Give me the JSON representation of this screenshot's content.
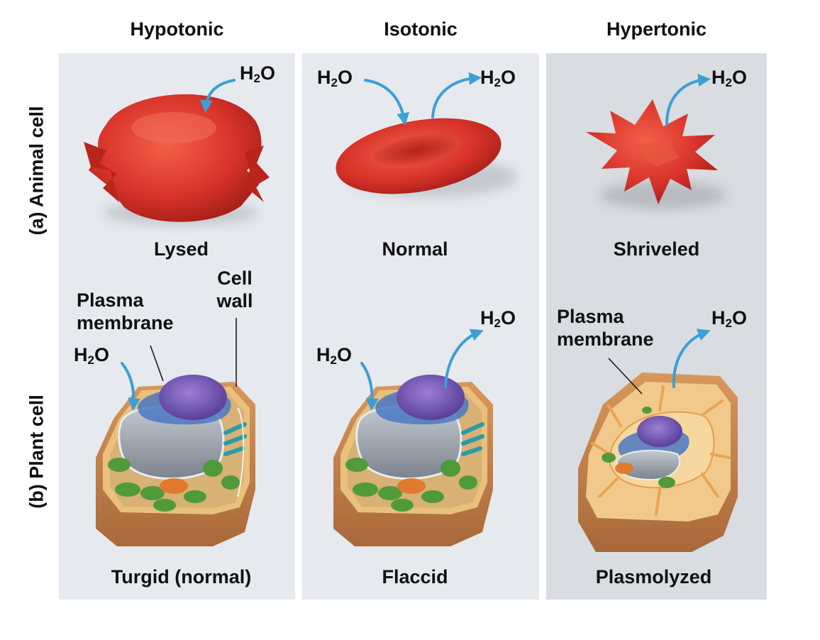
{
  "columns": {
    "hypotonic": "Hypotonic",
    "isotonic": "Isotonic",
    "hypertonic": "Hypertonic"
  },
  "rows": {
    "animal": "(a) Animal cell",
    "plant": "(b) Plant cell"
  },
  "animal_states": {
    "lysed": "Lysed",
    "normal": "Normal",
    "shriveled": "Shriveled"
  },
  "plant_states": {
    "turgid": "Turgid (normal)",
    "flaccid": "Flaccid",
    "plasmolyzed": "Plasmolyzed"
  },
  "labels": {
    "plasma_membrane": "Plasma membrane",
    "plasma": "Plasma",
    "membrane": "membrane",
    "cell": "Cell",
    "wall": "wall"
  },
  "water": {
    "h": "H",
    "sub": "2",
    "o": "O"
  },
  "colors": {
    "arrow": "#3d9fd6",
    "rbc": "#d9342a",
    "rbc_dark": "#a51d18",
    "cell_wall": "#c8874f",
    "nucleus": "#7b5bb8",
    "er": "#4b78c4",
    "chloroplast": "#4f9a3b",
    "mito": "#e07a2c",
    "vacuole": "#9aa0a8"
  }
}
